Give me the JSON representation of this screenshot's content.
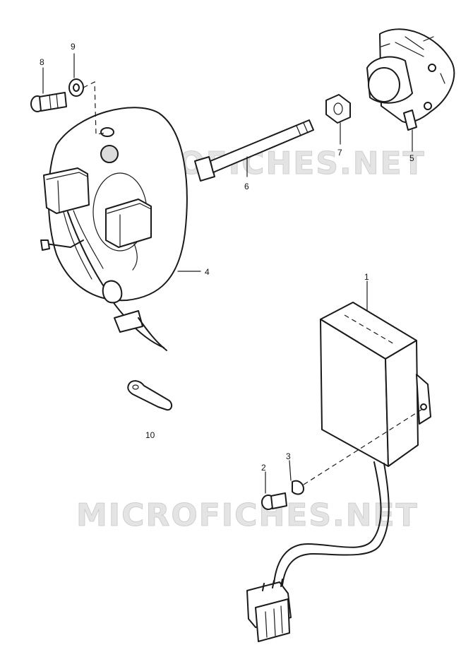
{
  "watermark": "MICROFICHES.NET",
  "callouts": {
    "c1": "1",
    "c2": "2",
    "c3": "3",
    "c4": "4",
    "c5": "5",
    "c6": "6",
    "c7": "7",
    "c8": "8",
    "c9": "9",
    "c10": "10"
  },
  "parts": [
    {
      "ref": "1",
      "icon": "ignitor-unit-box"
    },
    {
      "ref": "2",
      "icon": "screw"
    },
    {
      "ref": "3",
      "icon": "lock-washer"
    },
    {
      "ref": "4",
      "icon": "stator-plate"
    },
    {
      "ref": "5",
      "icon": "pickup-assembly"
    },
    {
      "ref": "6",
      "icon": "bolt"
    },
    {
      "ref": "7",
      "icon": "nut"
    },
    {
      "ref": "8",
      "icon": "screw"
    },
    {
      "ref": "9",
      "icon": "washer"
    },
    {
      "ref": "10",
      "icon": "wire-clamp"
    }
  ]
}
